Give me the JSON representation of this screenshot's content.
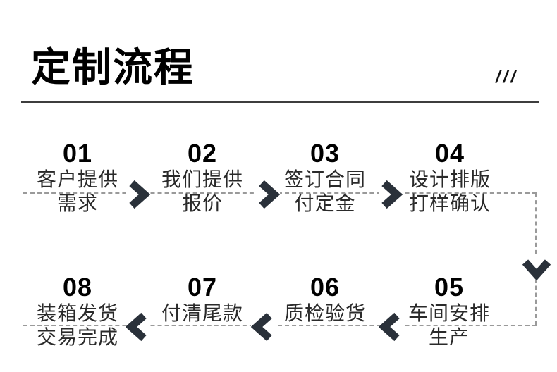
{
  "header": {
    "title": "定制流程",
    "decoration": "///"
  },
  "flow": {
    "colors": {
      "arrow": "#2a313a",
      "dashed_line": "#9a9a9a",
      "number_text": "#000000",
      "caption_text": "#2a2a2a"
    },
    "rows": [
      {
        "direction": "right",
        "steps": [
          {
            "number": "01",
            "line1": "客户提供",
            "line2": "需求"
          },
          {
            "number": "02",
            "line1": "我们提供",
            "line2": "报价"
          },
          {
            "number": "03",
            "line1": "签订合同",
            "line2": "付定金"
          },
          {
            "number": "04",
            "line1": "设计排版",
            "line2": "打样确认"
          }
        ]
      },
      {
        "direction": "left",
        "steps": [
          {
            "number": "08",
            "line1": "装箱发货",
            "line2": "交易完成"
          },
          {
            "number": "07",
            "line1": "付清尾款",
            "line2": ""
          },
          {
            "number": "06",
            "line1": "质检验货",
            "line2": ""
          },
          {
            "number": "05",
            "line1": "车间安排",
            "line2": "生产"
          }
        ]
      }
    ]
  }
}
